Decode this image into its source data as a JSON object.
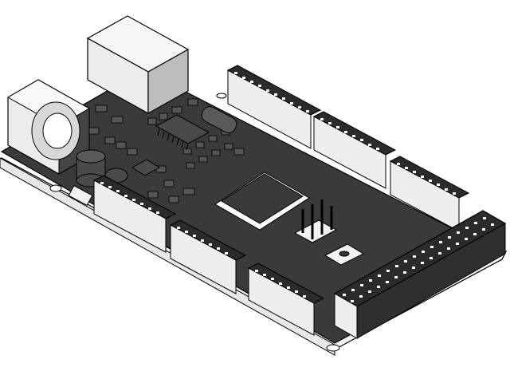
{
  "image": {
    "subject": "isometric-line-render-microcontroller-board",
    "colors": {
      "background": "#ffffff",
      "pcb_top": "#3a3a3a",
      "pcb_edge": "#f2f2f2",
      "header_top": "#2b2b2b",
      "header_side": "#eeeeee",
      "component": "#4a4a4a",
      "outline": "#000000",
      "metal": "#d9d9d9"
    },
    "components": [
      {
        "name": "usb-b-connector"
      },
      {
        "name": "dc-power-jack"
      },
      {
        "name": "main-microcontroller-chip"
      },
      {
        "name": "usb-interface-chip"
      },
      {
        "name": "crystal-oscillator"
      },
      {
        "name": "electrolytic-capacitor"
      },
      {
        "name": "reset-button"
      },
      {
        "name": "icsp-pin-header"
      },
      {
        "name": "top-header-row"
      },
      {
        "name": "front-header-row"
      },
      {
        "name": "side-double-header"
      }
    ]
  }
}
